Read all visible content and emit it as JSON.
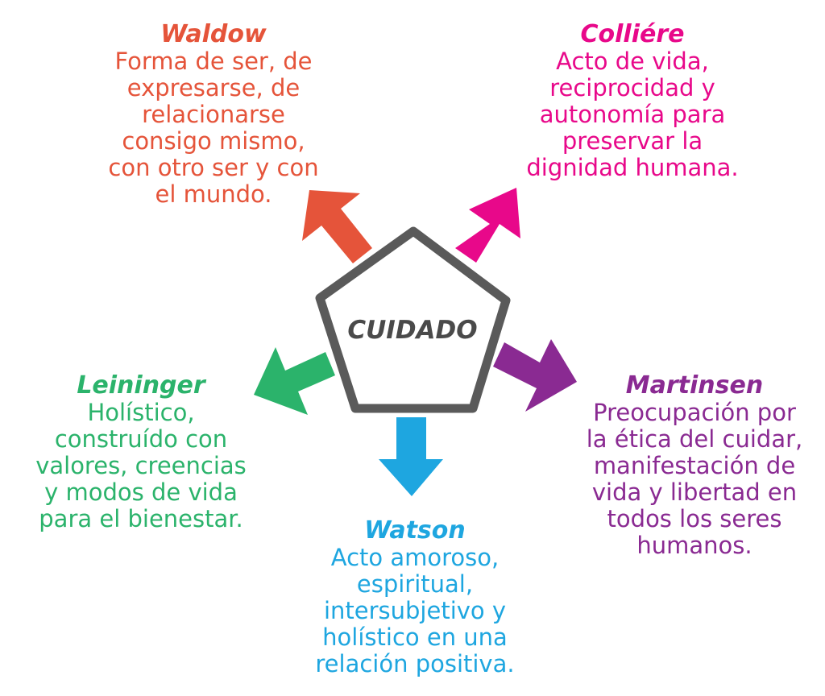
{
  "center": {
    "label": "CUIDADO"
  },
  "colors": {
    "pentagon_stroke": "#5a5a5a",
    "center_text": "#4a4a4a",
    "waldow": "#e5543a",
    "colliere": "#e8088a",
    "leininger": "#2bb36b",
    "martinsen": "#8a2a92",
    "watson": "#1ea6e0"
  },
  "authors": {
    "waldow": {
      "name": "Waldow",
      "lines": [
        "Forma de ser, de",
        "expresarse, de",
        "relacionarse",
        "consigo mismo,",
        "con otro ser y con",
        "el mundo."
      ]
    },
    "colliere": {
      "name": "Colliére",
      "lines": [
        "Acto de vida,",
        "reciprocidad y",
        "autonomía para",
        "preservar la",
        "dignidad humana."
      ]
    },
    "leininger": {
      "name": "Leininger",
      "lines": [
        "Holístico,",
        "construído con",
        "valores, creencias",
        "y modos de vida",
        "para el bienestar."
      ]
    },
    "martinsen": {
      "name": "Martinsen",
      "lines": [
        "Preocupación por",
        "la ética del cuidar,",
        "manifestación de",
        "vida y libertad en",
        "todos los seres",
        "humanos."
      ]
    },
    "watson": {
      "name": "Watson",
      "lines": [
        "Acto amoroso,",
        "espiritual,",
        "intersubjetivo y",
        "holístico en una",
        "relación positiva."
      ]
    }
  }
}
